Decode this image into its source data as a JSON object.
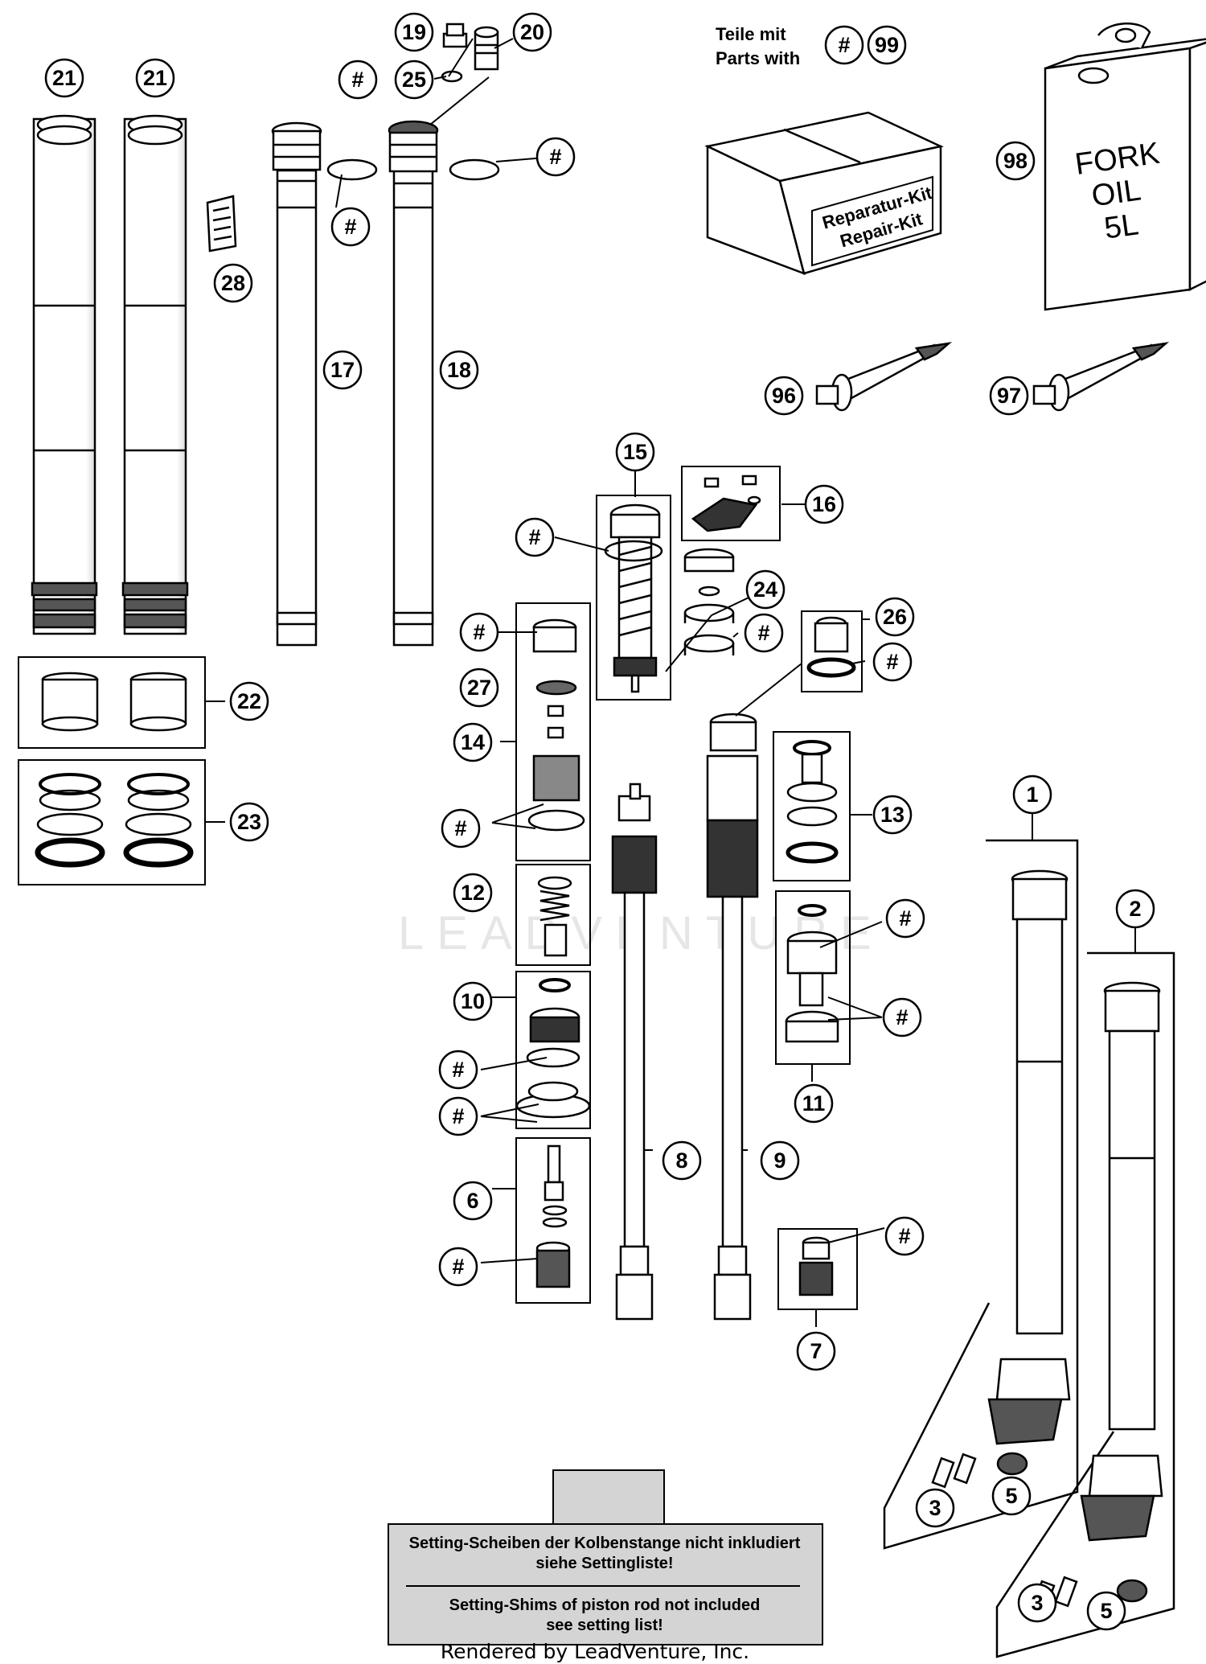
{
  "callouts": [
    {
      "id": "c21a",
      "label": "21"
    },
    {
      "id": "c21b",
      "label": "21"
    },
    {
      "id": "c19",
      "label": "19"
    },
    {
      "id": "c20",
      "label": "20"
    },
    {
      "id": "c25",
      "label": "25"
    },
    {
      "id": "c25h",
      "label": "#"
    },
    {
      "id": "c28",
      "label": "28"
    },
    {
      "id": "c17",
      "label": "17"
    },
    {
      "id": "c18",
      "label": "18"
    },
    {
      "id": "c17h",
      "label": "#"
    },
    {
      "id": "c18h",
      "label": "#"
    },
    {
      "id": "c99h",
      "label": "#"
    },
    {
      "id": "c99",
      "label": "99"
    },
    {
      "id": "c98",
      "label": "98"
    },
    {
      "id": "c96",
      "label": "96"
    },
    {
      "id": "c97",
      "label": "97"
    },
    {
      "id": "c15",
      "label": "15"
    },
    {
      "id": "c16",
      "label": "16"
    },
    {
      "id": "c15h",
      "label": "#"
    },
    {
      "id": "c24",
      "label": "24"
    },
    {
      "id": "c24h",
      "label": "#"
    },
    {
      "id": "c26",
      "label": "26"
    },
    {
      "id": "c26h",
      "label": "#"
    },
    {
      "id": "c22",
      "label": "22"
    },
    {
      "id": "c23",
      "label": "23"
    },
    {
      "id": "c14h1",
      "label": "#"
    },
    {
      "id": "c27",
      "label": "27"
    },
    {
      "id": "c14",
      "label": "14"
    },
    {
      "id": "c14h2",
      "label": "#"
    },
    {
      "id": "c13",
      "label": "13"
    },
    {
      "id": "c12",
      "label": "12"
    },
    {
      "id": "c11h1",
      "label": "#"
    },
    {
      "id": "c11h2",
      "label": "#"
    },
    {
      "id": "c11",
      "label": "11"
    },
    {
      "id": "c10",
      "label": "10"
    },
    {
      "id": "c10h1",
      "label": "#"
    },
    {
      "id": "c10h2",
      "label": "#"
    },
    {
      "id": "c6",
      "label": "6"
    },
    {
      "id": "c6h",
      "label": "#"
    },
    {
      "id": "c8",
      "label": "8"
    },
    {
      "id": "c9",
      "label": "9"
    },
    {
      "id": "c7h",
      "label": "#"
    },
    {
      "id": "c7",
      "label": "7"
    },
    {
      "id": "c1",
      "label": "1"
    },
    {
      "id": "c2",
      "label": "2"
    },
    {
      "id": "c3a",
      "label": "3"
    },
    {
      "id": "c5a",
      "label": "5"
    },
    {
      "id": "c3b",
      "label": "3"
    },
    {
      "id": "c5b",
      "label": "5"
    },
    {
      "id": "cn8",
      "label": "8"
    },
    {
      "id": "cn9",
      "label": "9"
    }
  ],
  "kit_note": {
    "line1": "Teile mit",
    "line2": "Parts with"
  },
  "repair_kit": {
    "line1": "Reparatur-Kit",
    "line2": "Repair-Kit"
  },
  "oil_can": {
    "line1": "FORK",
    "line2": "OIL",
    "line3": "5L"
  },
  "setting_note": {
    "de_line1": "Setting-Scheiben der Kolbenstange nicht inkludiert",
    "de_line2": "siehe Settingliste!",
    "en_line1": "Setting-Shims of piston rod not included",
    "en_line2": "see setting list!"
  },
  "watermark": "LEADVENTURE",
  "footer": "Rendered by LeadVenture, Inc.",
  "colors": {
    "line": "#000000",
    "note_bg": "#d4d4d4",
    "paper": "#ffffff"
  }
}
